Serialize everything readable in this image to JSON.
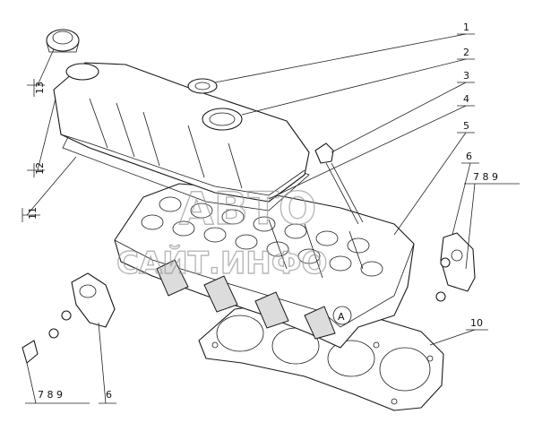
{
  "watermark": {
    "line1": "АВТО",
    "line2": "САЙТ.ИНФО"
  },
  "callouts": {
    "c1": "1",
    "c2": "2",
    "c3": "3",
    "c4": "4",
    "c5": "5",
    "c6_right": "6",
    "c789_right": "7  8  9",
    "c10": "10",
    "c11": "11",
    "c12": "12",
    "c13": "13",
    "c789_left": "7  8  9",
    "c6_left": "6"
  },
  "mark_A": "A"
}
